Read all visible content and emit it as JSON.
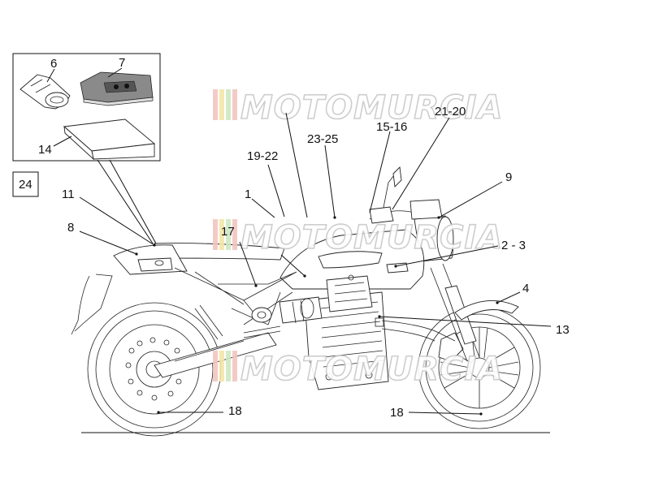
{
  "watermark": {
    "text": "MOTOMURCIA",
    "stripe_colors": [
      "#f2c6c0",
      "#f5e6a8",
      "#cfe8c4",
      "#f2c6c0"
    ]
  },
  "box_label": "24",
  "callouts": {
    "c6": "6",
    "c7": "7",
    "c14": "14",
    "c11": "11",
    "c8": "8",
    "c1": "1",
    "c19_22": "19-22",
    "c23_25": "23-25",
    "c15_16": "15-16",
    "c21_20": "21-20",
    "c9": "9",
    "c17": "17",
    "c2_3": "2 - 3",
    "c4": "4",
    "c13": "13",
    "c18_rear": "18",
    "c18_front": "18"
  }
}
